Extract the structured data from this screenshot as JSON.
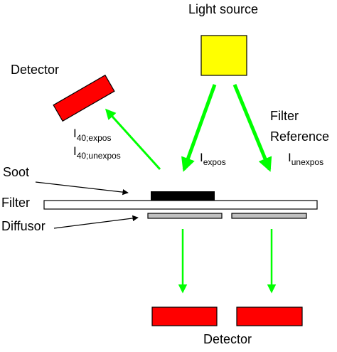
{
  "labels": {
    "light_source": "Light source",
    "detector_top": "Detector",
    "detector_bottom": "Detector",
    "filter_reference_line1": "Filter",
    "filter_reference_line2": "Reference",
    "soot": "Soot",
    "filter": "Filter",
    "diffusor": "Diffusor"
  },
  "symbols": {
    "i40_expos": {
      "main": "I",
      "sub": "40;expos"
    },
    "i40_unexpos": {
      "main": "I",
      "sub": "40;unexpos"
    },
    "i_expos": {
      "main": "I",
      "sub": "expos"
    },
    "i_unexpos": {
      "main": "I",
      "sub": "unexpos"
    }
  },
  "colors": {
    "light_source": "#ffff00",
    "detector": "#ff0000",
    "beam": "#00ff00",
    "soot": "#000000",
    "filter": "#ffffff",
    "diffusor": "#c0c0c0",
    "outline": "#000000"
  }
}
